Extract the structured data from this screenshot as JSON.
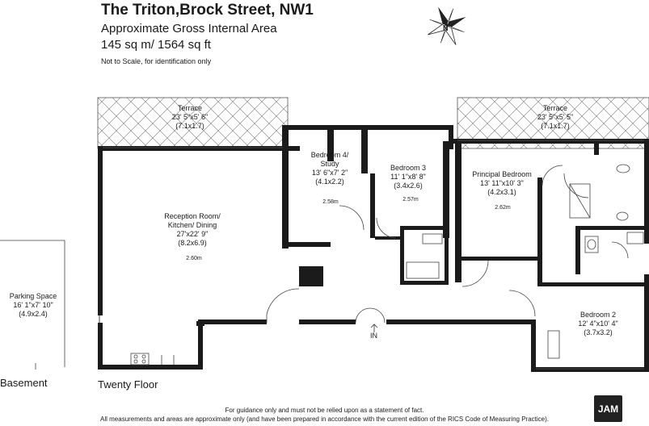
{
  "header": {
    "title": "The Triton,Brock Street, NW1",
    "subtitle": "Approximate Gross Internal Area",
    "area": "145 sq m/ 1564 sq ft",
    "note": "Not to Scale, for identification only"
  },
  "rooms": {
    "terrace_left": {
      "name": "Terrace",
      "dims": "23' 5\"x5' 6\"",
      "metric": "(7.1x1.7)"
    },
    "terrace_right": {
      "name": "Terrace",
      "dims": "23' 5\"x5' 5\"",
      "metric": "(7.1x1.7)"
    },
    "reception": {
      "name1": "Reception Room/",
      "name2": "Kitchen/ Dining",
      "dims": "27'x22' 9\"",
      "metric": "(8.2x6.9)",
      "height": "2.60m"
    },
    "bedroom4": {
      "name1": "Bedroom 4/",
      "name2": "Study",
      "dims": "13' 6\"x7' 2\"",
      "metric": "(4.1x2.2)",
      "height": "2.58m"
    },
    "bedroom3": {
      "name": "Bedroom 3",
      "dims": "11' 1\"x8' 8\"",
      "metric": "(3.4x2.6)",
      "height": "2.57m"
    },
    "principal": {
      "name": "Principal Bedroom",
      "dims": "13' 11\"x10' 3\"",
      "metric": "(4.2x3.1)",
      "height": "2.62m"
    },
    "bedroom2": {
      "name": "Bedroom 2",
      "dims": "12' 4\"x10' 4\"",
      "metric": "(3.7x3.2)"
    },
    "parking": {
      "name": "Parking Space",
      "dims": "16' 1\"x7' 10\"",
      "metric": "(4.9x2.4)"
    }
  },
  "entrance_label": "IN",
  "compass_label": "N",
  "floors": {
    "basement": "Basement",
    "twentieth": "Twenty Floor"
  },
  "footer": {
    "line1": "For guidance only and must not be relied upon as a statement of fact.",
    "line2": "All measurements and areas are approximate only (and have been prepared in accordance with the current edition of the RICS Code of Measuring Practice)."
  },
  "logo": "JAM"
}
